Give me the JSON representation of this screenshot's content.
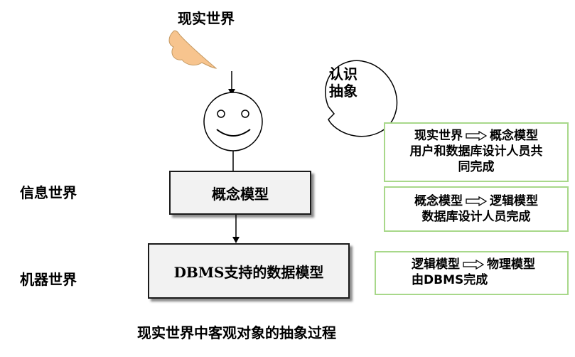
{
  "labels": {
    "real_world": "现实世界",
    "info_world": "信息世界",
    "machine_world": "机器世界",
    "cognition": "认识",
    "abstraction": "抽象",
    "caption": "现实世界中客观对象的抽象过程"
  },
  "boxes": {
    "conceptual_model": "概念模型",
    "dbms_model": "DBMS支持的数据模型"
  },
  "notes": [
    {
      "from": "现实世界",
      "to": "概念模型",
      "desc_lines": [
        "用户和数据库设计人员共",
        "同完成"
      ]
    },
    {
      "from": "概念模型",
      "to": "逻辑模型",
      "desc_lines": [
        "数据库设计人员完成"
      ]
    },
    {
      "from": "逻辑模型",
      "to": "物理模型",
      "desc_lines": [
        "由DBMS完成"
      ]
    }
  ],
  "colors": {
    "cloud_fill": "#f7c48e",
    "note_border": "#a8d88a",
    "box_fill": "#f2f2f2"
  },
  "icons": [
    "cloud-shape",
    "smiley-face-icon",
    "thought-bubble",
    "hollow-right-arrow-icon"
  ]
}
